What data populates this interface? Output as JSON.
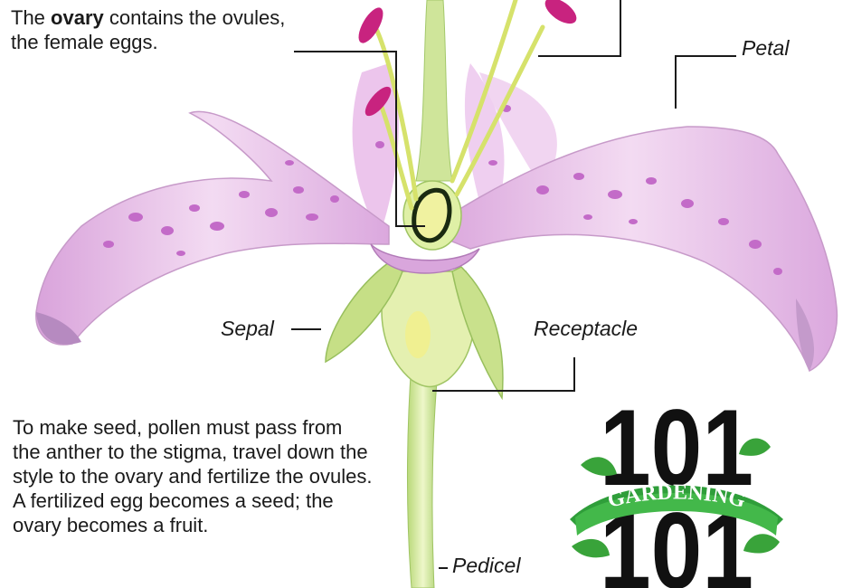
{
  "ovary_note": {
    "before": "The ",
    "bold": "ovary",
    "after": " contains the ovules, the female eggs."
  },
  "seed_note": "To make seed, pollen must pass from the anther to the stigma, travel down the style to the ovary and fertilize the ovules. A fertilized egg becomes a seed; the ovary becomes a fruit.",
  "labels": {
    "petal": "Petal",
    "sepal": "Sepal",
    "receptacle": "Receptacle",
    "pedicel": "Pedicel"
  },
  "logo": {
    "top_number": "101",
    "ribbon_text": "GARDENING",
    "bottom_number": "101"
  },
  "colors": {
    "petal_pink": "#e7b6e6",
    "spot_magenta": "#c26bc9",
    "anther_magenta": "#c8237f",
    "stem_green": "#c8e08a",
    "leaf_green": "#3aa63a"
  },
  "icons": [
    "lily-flower-illustration",
    "gardening-101-logo"
  ]
}
